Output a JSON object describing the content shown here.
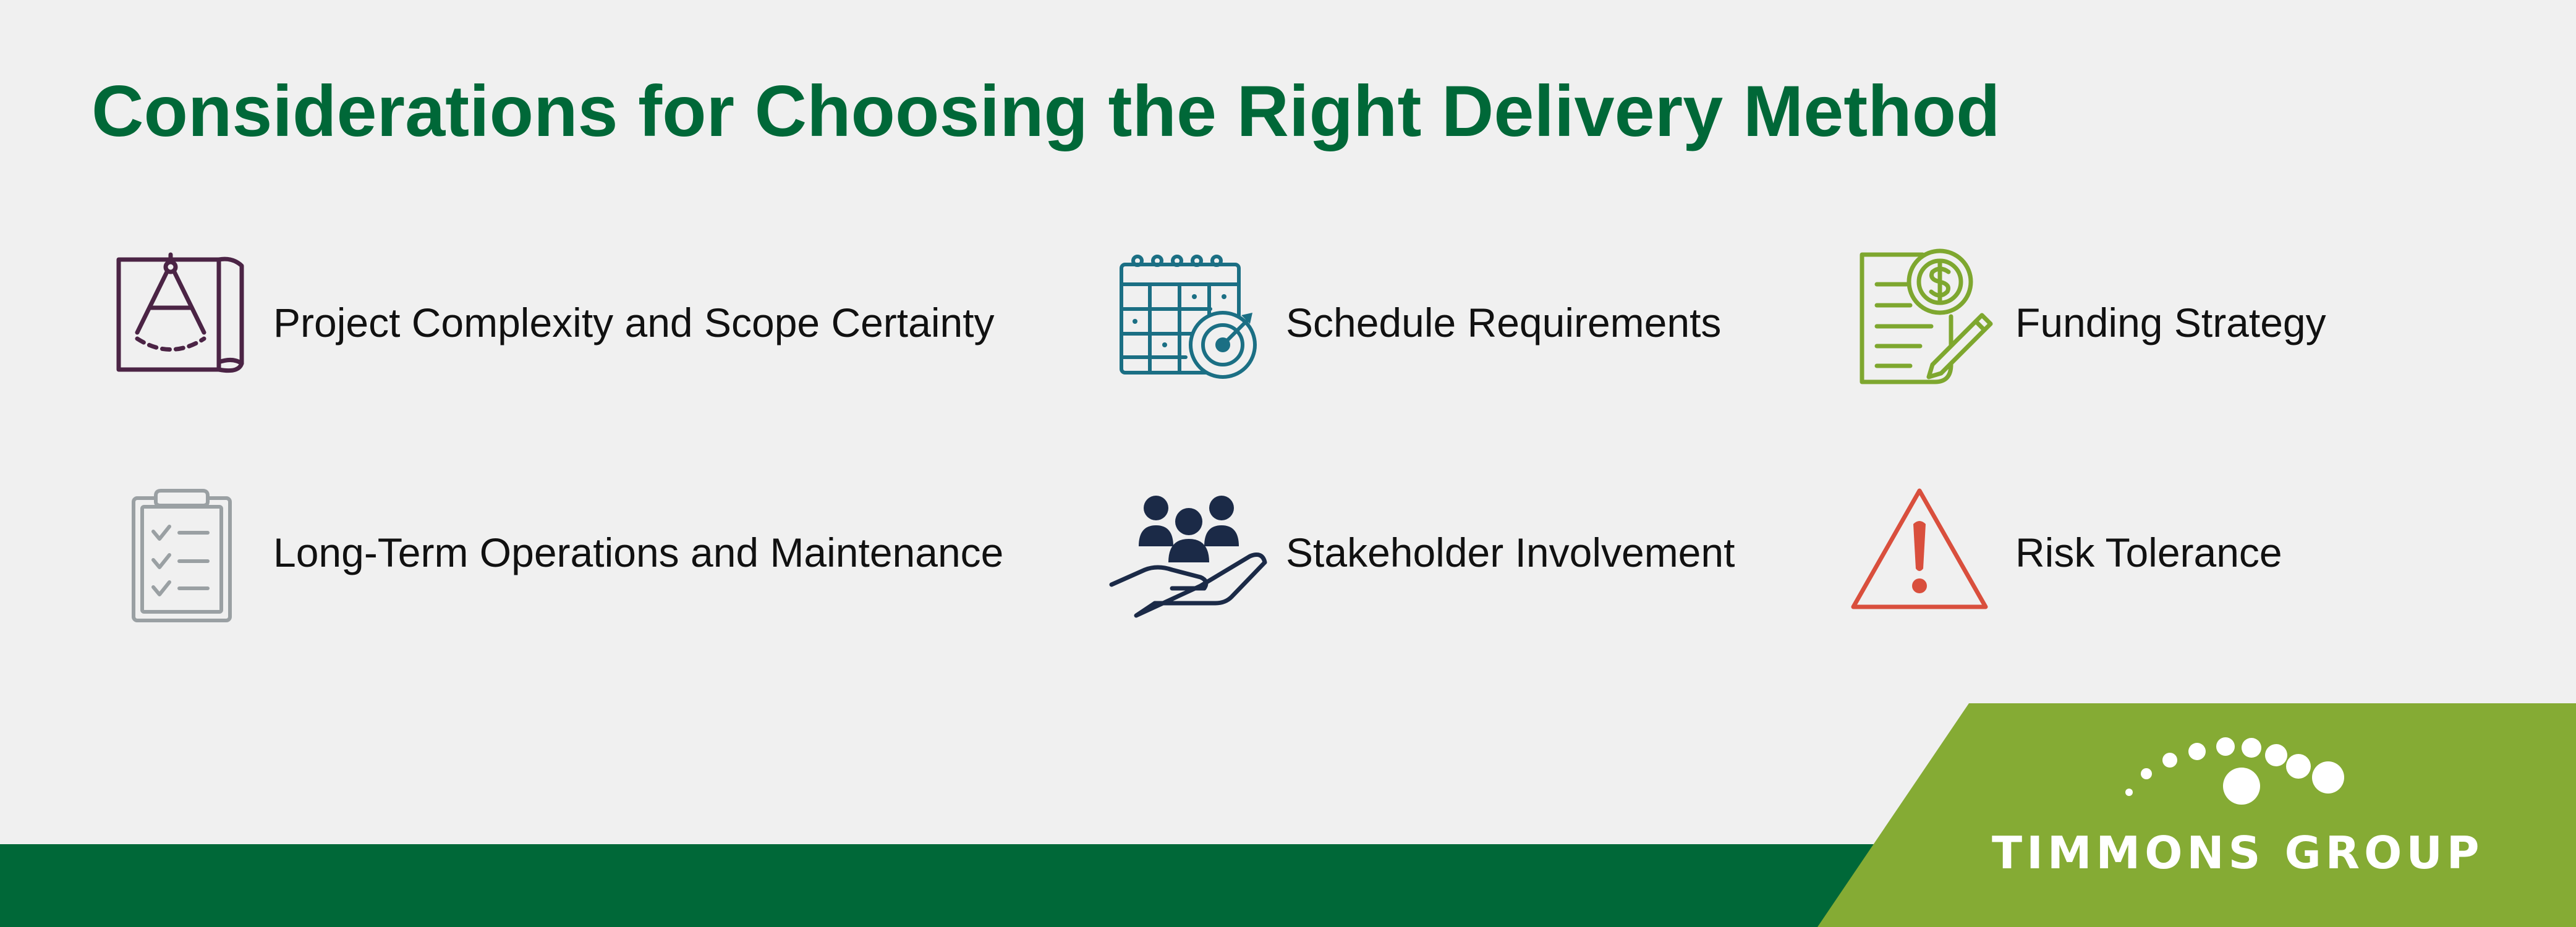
{
  "header": {
    "title": "Considerations for Choosing the Right Delivery Method"
  },
  "items": [
    {
      "label": "Project Complexity and Scope Certainty",
      "icon": "blueprint-compass-icon",
      "color": "#4b2445"
    },
    {
      "label": "Schedule Requirements",
      "icon": "calendar-target-icon",
      "color": "#1b6f84"
    },
    {
      "label": "Funding Strategy",
      "icon": "document-dollar-pencil-icon",
      "color": "#7ea72f"
    },
    {
      "label": "Long-Term Operations and Maintenance",
      "icon": "clipboard-checklist-icon",
      "color": "#9aa0a3"
    },
    {
      "label": "Stakeholder Involvement",
      "icon": "people-hand-icon",
      "color": "#1b2a47"
    },
    {
      "label": "Risk Tolerance",
      "icon": "warning-triangle-icon",
      "color": "#d94f3d"
    }
  ],
  "logo": {
    "text": "TIMMONS GROUP",
    "panel_color": "#85ab34",
    "band_color": "#006838"
  }
}
